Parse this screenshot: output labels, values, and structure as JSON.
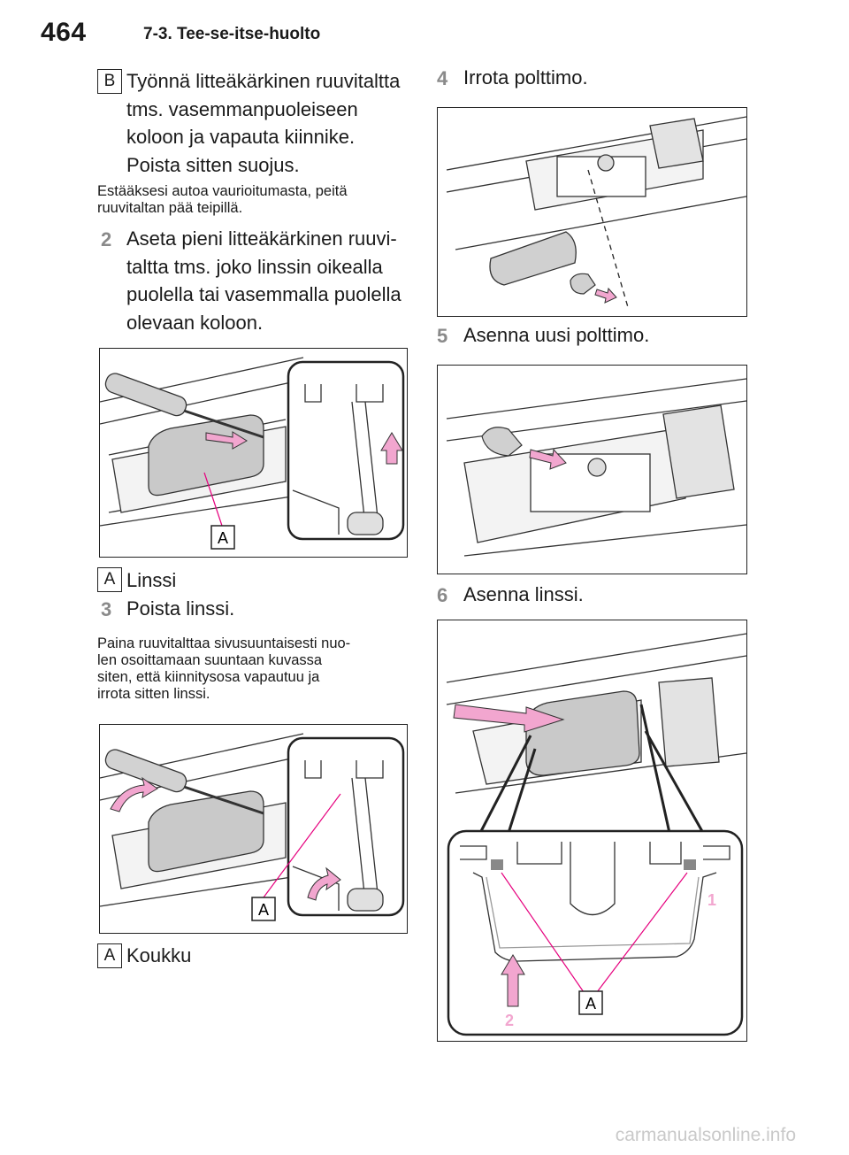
{
  "header": {
    "page_number": "464",
    "section": "7-3. Tee-se-itse-huolto"
  },
  "left": {
    "tag_b": "B",
    "tag_b_text": [
      "Työnnä litteäkärkinen ruuvitaltta",
      "tms. vasemmanpuoleiseen",
      "koloon ja vapauta kiinnike.",
      "Poista sitten suojus."
    ],
    "note1": [
      "Estääksesi autoa vaurioitumasta, peitä",
      "ruuvitaltan pää teipillä."
    ],
    "step2_num": "2",
    "step2_text": [
      "Aseta pieni litteäkärkinen ruuvi-",
      "taltta tms. joko linssin oikealla",
      "puolella tai vasemmalla puolella",
      "olevaan koloon."
    ],
    "fig1_label": "A",
    "legend1_tag": "A",
    "legend1_text": "Linssi",
    "step3_num": "3",
    "step3_text": "Poista linssi.",
    "note2": [
      "Paina ruuvitalttaa sivusuuntaisesti nuo-",
      "len osoittamaan suuntaan kuvassa",
      "siten, että kiinnitysosa vapautuu ja",
      "irrota sitten linssi."
    ],
    "fig2_label": "A",
    "legend2_tag": "A",
    "legend2_text": "Koukku"
  },
  "right": {
    "step4_num": "4",
    "step4_text": "Irrota polttimo.",
    "step5_num": "5",
    "step5_text": "Asenna uusi polttimo.",
    "step6_num": "6",
    "step6_text": "Asenna linssi.",
    "fig6_label": "A",
    "fig6_num1": "1",
    "fig6_num2": "2"
  },
  "watermark": "carmanualsonline.info",
  "colors": {
    "arrow_pink": "#f2a6cf",
    "pointer_pink": "#e6007e",
    "num_gray": "#8a8a8a"
  }
}
